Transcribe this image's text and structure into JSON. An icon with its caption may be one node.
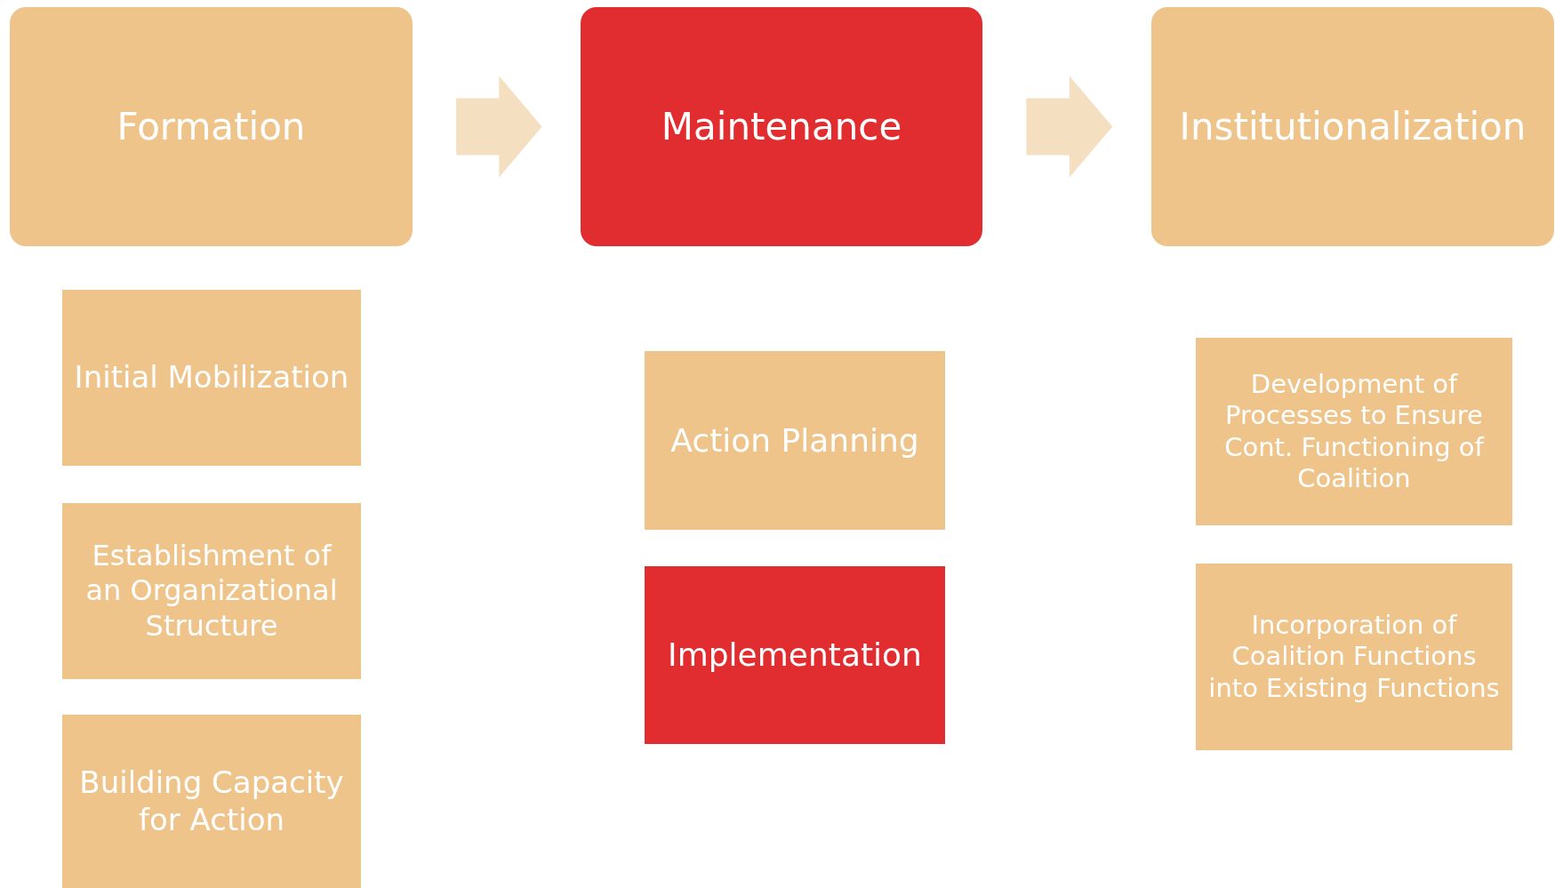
{
  "diagram": {
    "nodes": [
      {
        "text": [
          "Formation"
        ]
      },
      {
        "text": [
          "Maintenance"
        ]
      },
      {
        "text": [
          "Institutionalization"
        ]
      },
      {
        "text": [
          "Initial Mobilization"
        ]
      },
      {
        "text": [
          "Establishment of an Organizational Structure"
        ]
      },
      {
        "text": [
          "Building Capacity for Action"
        ]
      },
      {
        "text": [
          "Action Planning"
        ]
      },
      {
        "text": [
          "Implementation"
        ]
      },
      {
        "text": [
          "Development of Processes to Ensure Cont. Functioning of Coalition"
        ]
      },
      {
        "text": [
          "Incorporation of Coalition Functions into Existing Functions"
        ]
      }
    ],
    "edges": [
      {
        "from": 0,
        "to": 1,
        "arrow": "to"
      },
      {
        "from": 1,
        "to": 2,
        "arrow": "to"
      }
    ]
  }
}
